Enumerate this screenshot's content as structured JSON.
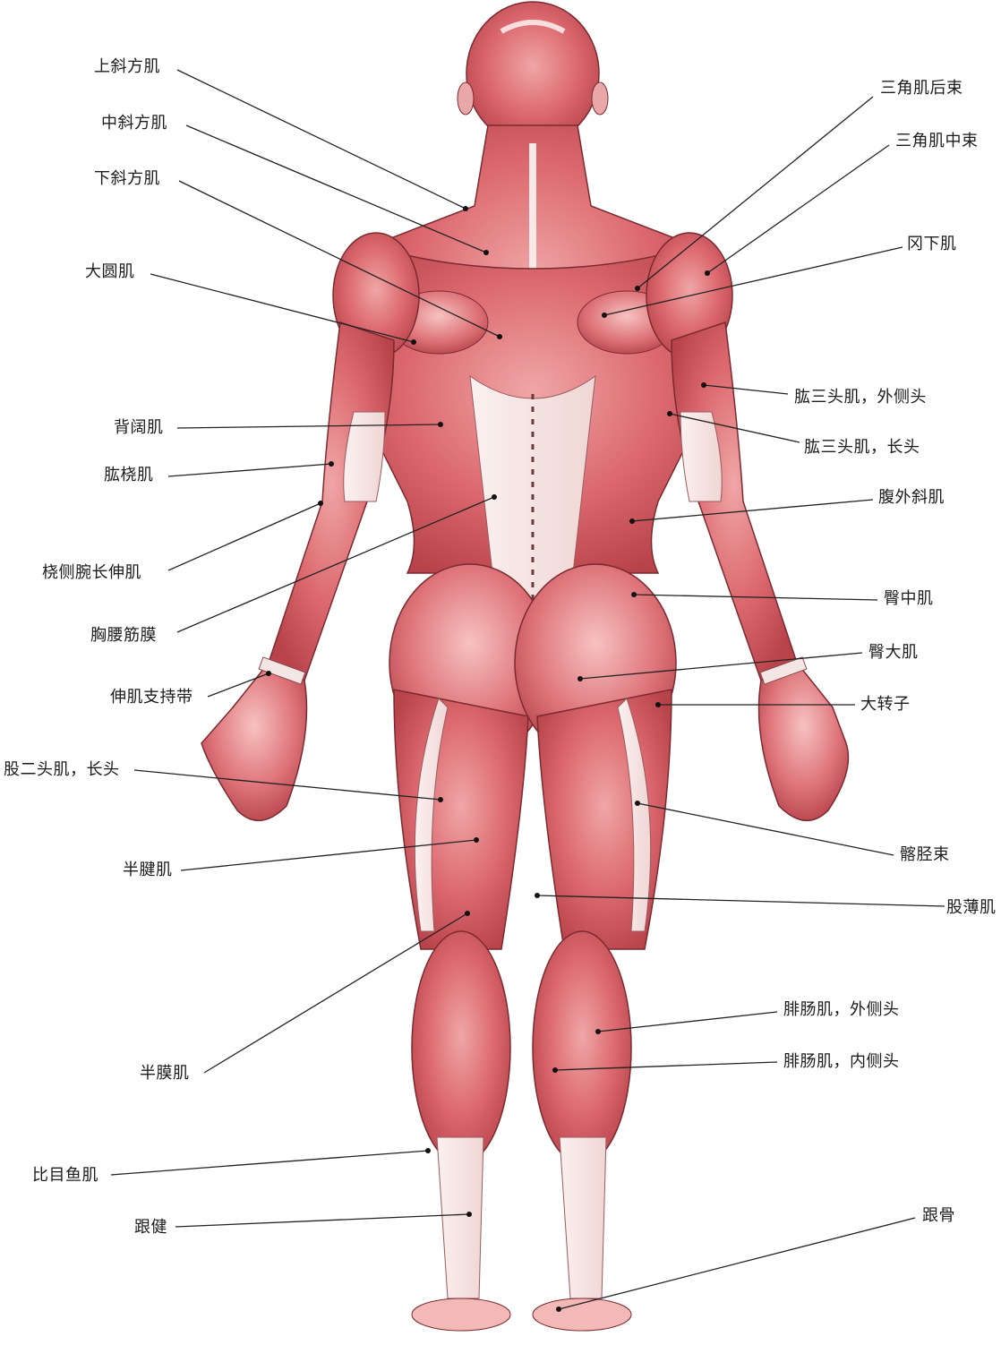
{
  "labels": {
    "l1": "上斜方肌",
    "l2": "中斜方肌",
    "l3": "下斜方肌",
    "l4": "大圆肌",
    "l5": "背阔肌",
    "l6": "肱桡肌",
    "l7": "桡侧腕长伸肌",
    "l8": "胸腰筋膜",
    "l9": "伸肌支持带",
    "l10": "股二头肌，长头",
    "l11": "半腱肌",
    "l12": "半膜肌",
    "l13": "比目鱼肌",
    "l14": "跟健",
    "r1": "三角肌后束",
    "r2": "三角肌中束",
    "r3": "冈下肌",
    "r4": "肱三头肌，外侧头",
    "r5": "肱三头肌，长头",
    "r6": "腹外斜肌",
    "r7": "臀中肌",
    "r8": "臀大肌",
    "r9": "大转子",
    "r10": "髂胫束",
    "r11": "股薄肌",
    "r12": "腓肠肌，外侧头",
    "r13": "腓肠肌，内侧头",
    "r14": "跟骨"
  },
  "colors": {
    "muscle": "#d9616a",
    "muscle_dark": "#b8404a",
    "tendon": "#f6ecec",
    "leader": "#222222"
  }
}
